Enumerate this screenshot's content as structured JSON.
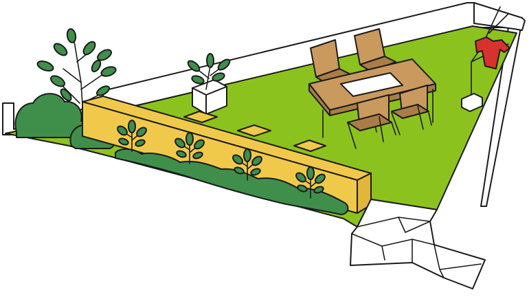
{
  "scene": {
    "colors": {
      "lawn": "#8cc21e",
      "wall": "#ffffff",
      "outline": "#1a1a1a",
      "bench": "#f0c94a",
      "bench_shade": "#e2b63a",
      "hedge": "#3f8f4a",
      "hedge_dark": "#2f7a3c",
      "leaf": "#3f8f4a",
      "wood": "#c9995d",
      "wood_dark": "#a97d45",
      "tabletop_inset": "#ffffff",
      "shirt": "#d8322e",
      "planter": "#ffffff"
    },
    "elements": {
      "garden_wall": "wall-outline",
      "lawn": "grass-area",
      "bench_wall": "raised-planter-bench",
      "dining_set": "table-with-four-chairs",
      "potted_plant": "potted-plant",
      "clothes_rack": "clothes-drying-rack",
      "stairs": "spiral-staircase"
    }
  }
}
